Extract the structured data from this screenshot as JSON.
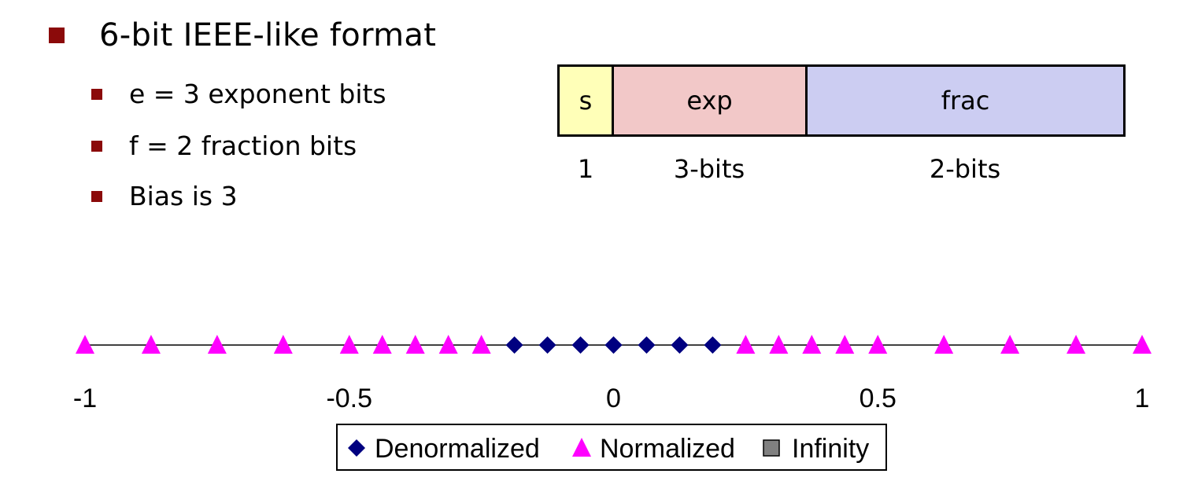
{
  "slide": {
    "title": "6-bit IEEE-like format",
    "bullets": [
      "e = 3 exponent bits",
      "f = 2 fraction bits",
      "Bias is 3"
    ],
    "bitfields": [
      {
        "name": "s",
        "width_label": "1",
        "color": "#ffffb8"
      },
      {
        "name": "exp",
        "width_label": "3-bits",
        "color": "#f2c8c8"
      },
      {
        "name": "frac",
        "width_label": "2-bits",
        "color": "#cccdf2"
      }
    ],
    "bullet_color": "#8b0a0a"
  },
  "chart_data": {
    "type": "scatter",
    "xlim": [
      -1,
      1
    ],
    "ticks": [
      -1,
      -0.5,
      0,
      0.5,
      1
    ],
    "tick_labels": [
      "-1",
      "-0.5",
      "0",
      "0.5",
      "1"
    ],
    "grid": false,
    "legend_position": "bottom",
    "series": [
      {
        "name": "Denormalized",
        "marker": "diamond",
        "color": "#000080",
        "x": [
          -0.1875,
          -0.125,
          -0.0625,
          0,
          0,
          0.0625,
          0.125,
          0.1875
        ]
      },
      {
        "name": "Normalized",
        "marker": "triangle",
        "color": "#ff00ff",
        "x": [
          -1,
          -0.875,
          -0.75,
          -0.625,
          -0.5,
          -0.4375,
          -0.375,
          -0.3125,
          -0.25,
          0.25,
          0.3125,
          0.375,
          0.4375,
          0.5,
          0.625,
          0.75,
          0.875,
          1
        ]
      },
      {
        "name": "Infinity",
        "marker": "square",
        "color": "#808080",
        "x": []
      }
    ]
  }
}
